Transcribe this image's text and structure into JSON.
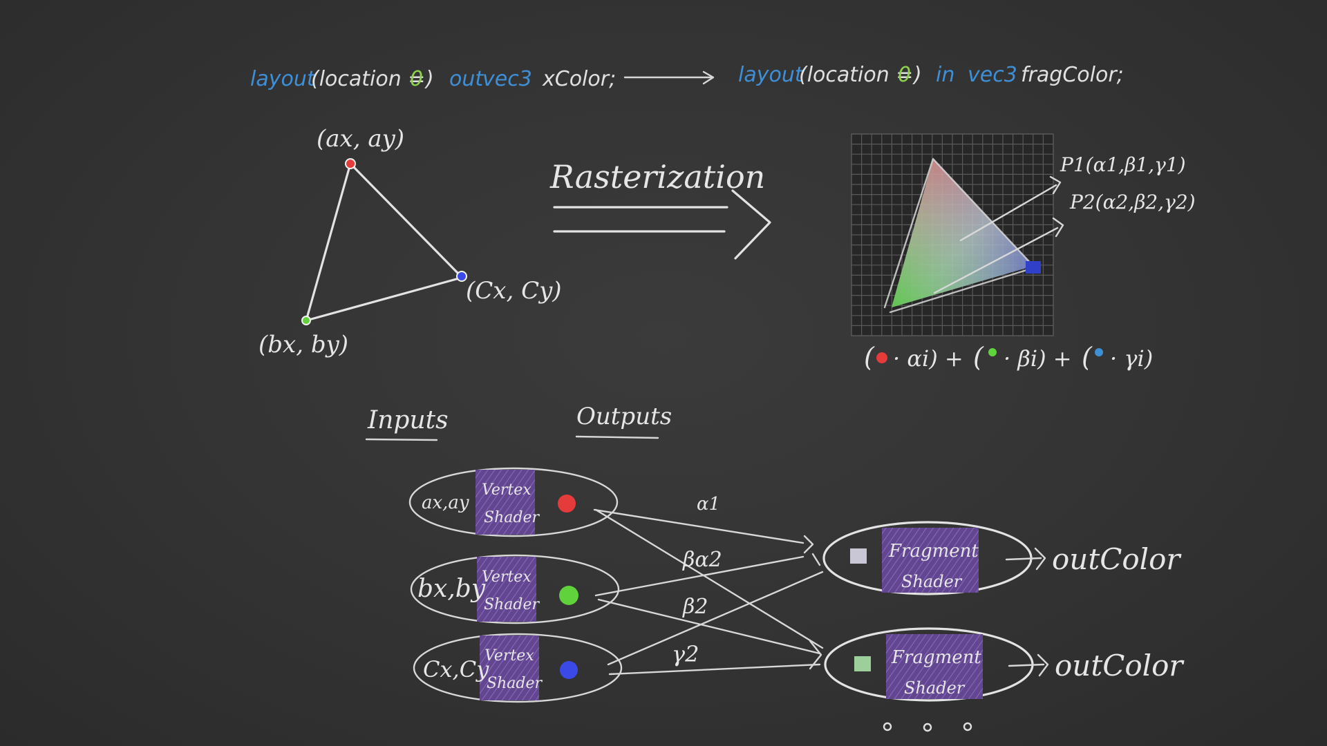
{
  "colors": {
    "board": "#333333",
    "chalk": "#e3e3e3",
    "code_keyword": "#3f8fd6",
    "code_number": "#8cd24a",
    "vertex_a": "#e63b3b",
    "vertex_b": "#5fd23c",
    "vertex_c": "#3b49e6",
    "shader": "#6a4a93"
  },
  "code_line": {
    "left": {
      "layout": "layout",
      "location": "(location =",
      "zero": "0",
      "close": ")",
      "qualifier": "out",
      "type": "vec3",
      "name": "xColor;"
    },
    "right": {
      "layout": "layout",
      "location": "(location =",
      "zero": "0",
      "close": ")",
      "qualifier": "in",
      "type": "vec3",
      "name": "fragColor;"
    }
  },
  "triangle": {
    "a_label": "(ax, ay)",
    "b_label": "(bx, by)",
    "c_label": "(Cx, Cy)"
  },
  "rasterization": {
    "label": "Rasterization"
  },
  "fragments": {
    "p1_label": "P1(α1,β1,γ1)",
    "p2_label": "P2(α2,β2,γ2)",
    "formula": {
      "alpha": "· αi) +",
      "beta": "· βi) +",
      "gamma": "· γi)"
    }
  },
  "headers": {
    "inputs": "Inputs",
    "outputs": "Outputs"
  },
  "vertex_shaders": [
    {
      "input": "ax,ay",
      "label_top": "Vertex",
      "label_bottom": "Shader",
      "color": "#e63b3b"
    },
    {
      "input": "bx,by",
      "label_top": "Vertex",
      "label_bottom": "Shader",
      "color": "#5fd23c"
    },
    {
      "input": "Cx,Cy",
      "label_top": "Vertex",
      "label_bottom": "Shader",
      "color": "#3b49e6"
    }
  ],
  "weights": {
    "w1": "α1",
    "w2": "βα2",
    "w3": "β2",
    "w4": "γ2"
  },
  "fragment_shaders": [
    {
      "label_top": "Fragment",
      "label_bottom": "Shader",
      "output": "outColor",
      "swatch": "#c9c6d6"
    },
    {
      "label_top": "Fragment",
      "label_bottom": "Shader",
      "output": "outColor",
      "swatch": "#9ccf9a"
    }
  ]
}
